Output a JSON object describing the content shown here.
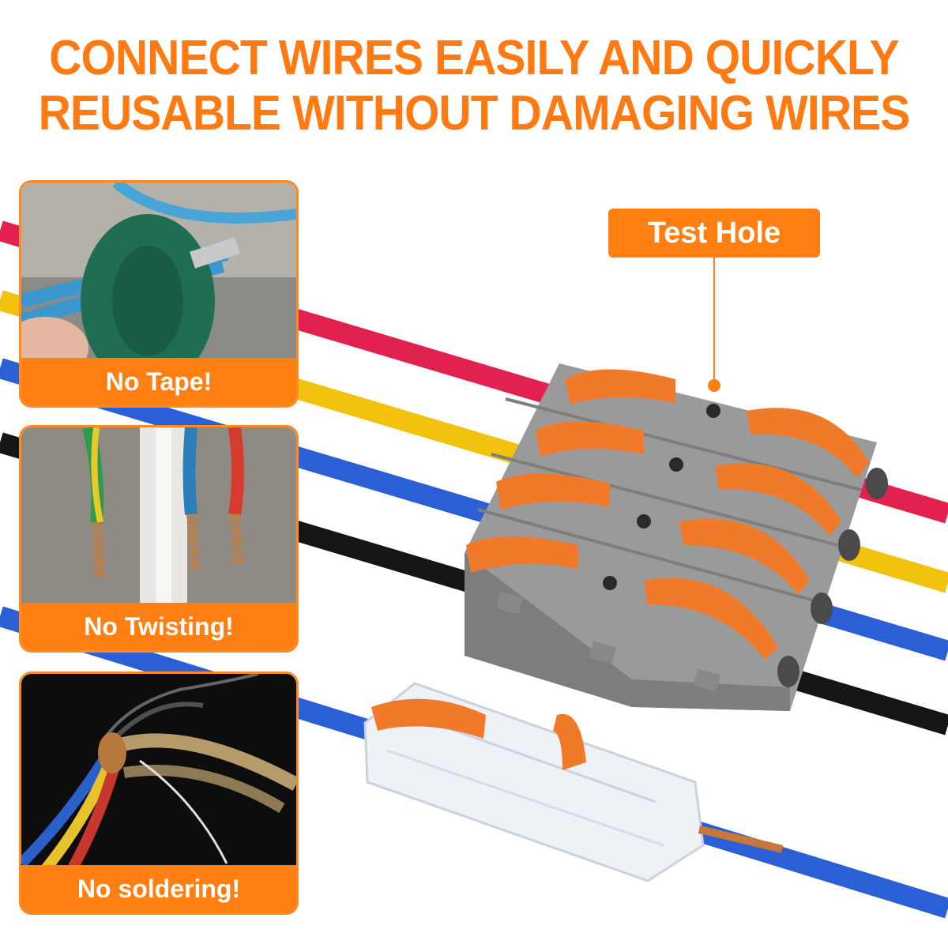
{
  "headline": {
    "line1": "CONNECT WIRES EASILY AND QUICKLY",
    "line2": "REUSABLE WITHOUT DAMAGING WIRES"
  },
  "callout": {
    "label": "Test Hole"
  },
  "panels": [
    {
      "caption": "No Tape!"
    },
    {
      "caption": "No Twisting!"
    },
    {
      "caption": "No soldering!"
    }
  ],
  "colors": {
    "accent": "#ff7f12",
    "wire_red": "#e3214f",
    "wire_yellow": "#f2c20f",
    "wire_blue": "#2b5fd6",
    "wire_black": "#151515",
    "connector_gray": "#9a9a9a",
    "lever_orange": "#f07a2a"
  }
}
